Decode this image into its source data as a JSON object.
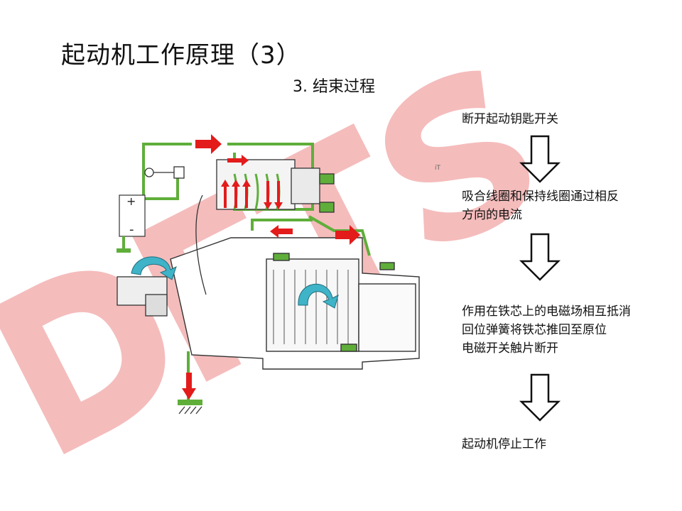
{
  "title": "起动机工作原理（3）",
  "subtitle": "3.  结束过程",
  "watermark_text": "DFTS",
  "colors": {
    "watermark": "#f2b3b3",
    "wire": "#5fae3a",
    "current": "#e31b1b",
    "rotation": "#3fb3c8",
    "outline": "#333333"
  },
  "diagram": {
    "battery_plus": "+",
    "battery_minus": "-"
  },
  "stray_mark": "iT",
  "steps": [
    {
      "text": "断开起动钥匙开关"
    },
    {
      "line1": "吸合线圈和保持线圈通过相反",
      "line2": "方向的电流"
    },
    {
      "line1": "作用在铁芯上的电磁场相互抵消",
      "line2": "回位弹簧将铁芯推回至原位",
      "line3": "电磁开关触片断开"
    },
    {
      "text": "起动机停止工作"
    }
  ]
}
